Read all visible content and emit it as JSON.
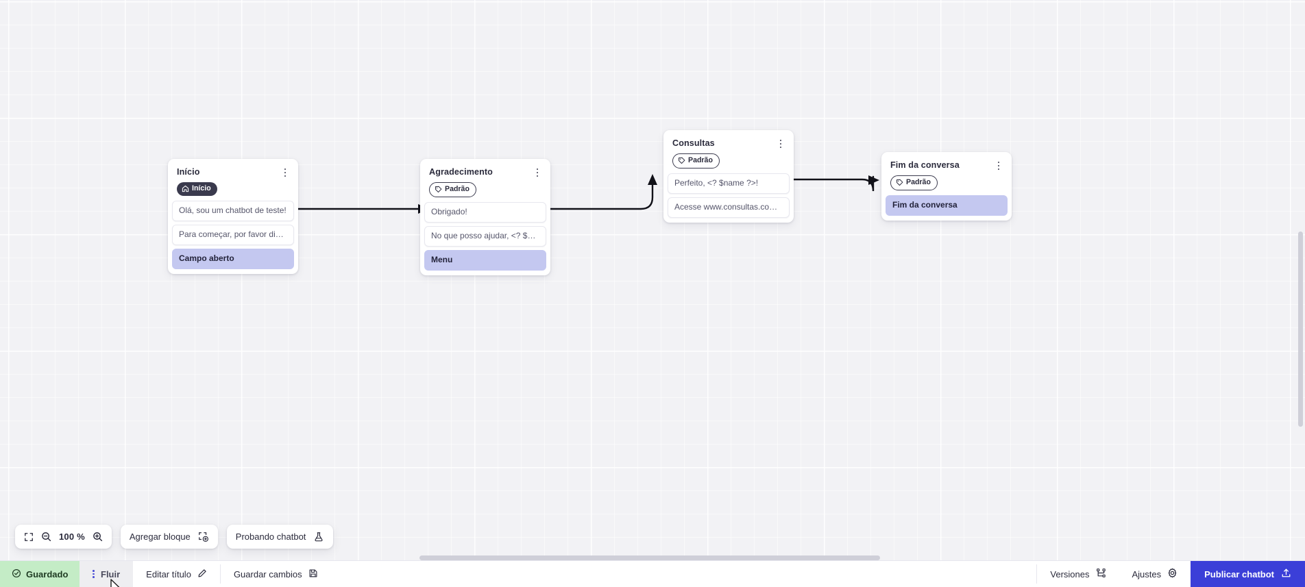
{
  "canvas": {
    "zoom_label": "100 %",
    "toolbar": {
      "fit_icon": "fit-screen-icon",
      "zoom_out_icon": "zoom-out-icon",
      "zoom_in_icon": "zoom-in-icon",
      "add_block_label": "Agregar bloque",
      "add_block_icon": "add-block-icon",
      "test_chatbot_label": "Probando chatbot",
      "test_chatbot_icon": "flask-icon"
    }
  },
  "nodes": [
    {
      "id": "inicio",
      "title": "Início",
      "kebab_icon": "kebab-menu-icon",
      "badge": {
        "label": "Início",
        "icon": "home-icon",
        "style": "start"
      },
      "rows": [
        {
          "text": "Olá, sou um chatbot de teste!",
          "accent": false
        },
        {
          "text": "Para começar, por favor digite o ...",
          "accent": false
        },
        {
          "text": "Campo aberto",
          "accent": true
        }
      ]
    },
    {
      "id": "agradecimento",
      "title": "Agradecimento",
      "kebab_icon": "kebab-menu-icon",
      "badge": {
        "label": "Padrão",
        "icon": "tag-icon",
        "style": "default"
      },
      "rows": [
        {
          "text": "Obrigado!",
          "accent": false
        },
        {
          "text": "No que posso ajudar, <? $name ...",
          "accent": false
        },
        {
          "text": "Menu",
          "accent": true
        }
      ]
    },
    {
      "id": "consultas",
      "title": "Consultas",
      "kebab_icon": "kebab-menu-icon",
      "badge": {
        "label": "Padrão",
        "icon": "tag-icon",
        "style": "default"
      },
      "rows": [
        {
          "text": "Perfeito, <? $name ?>!",
          "accent": false
        },
        {
          "text": "Acesse www.consultas.com par...",
          "accent": false
        }
      ]
    },
    {
      "id": "fim-da-conversa",
      "title": "Fim da conversa",
      "kebab_icon": "kebab-menu-icon",
      "badge": {
        "label": "Padrão",
        "icon": "tag-icon",
        "style": "default"
      },
      "rows": [
        {
          "text": "Fim da conversa",
          "accent": true
        }
      ]
    }
  ],
  "bottom_bar": {
    "saved_label": "Guardado",
    "saved_icon": "check-circle-icon",
    "drag_handle_icon": "drag-handle-icon",
    "flow_tab_label": "Fluir",
    "edit_title_label": "Editar título",
    "edit_title_icon": "pencil-icon",
    "save_changes_label": "Guardar cambios",
    "save_changes_icon": "save-disk-icon",
    "versions_label": "Versiones",
    "versions_icon": "branch-icon",
    "settings_label": "Ajustes",
    "settings_icon": "gear-icon",
    "publish_label": "Publicar chatbot",
    "publish_icon": "upload-icon"
  },
  "colors": {
    "accent_blue": "#3b3fd8",
    "saved_green": "#c4ecc6",
    "row_accent": "#c4c8f0",
    "badge_dark": "#3a3a4d"
  }
}
